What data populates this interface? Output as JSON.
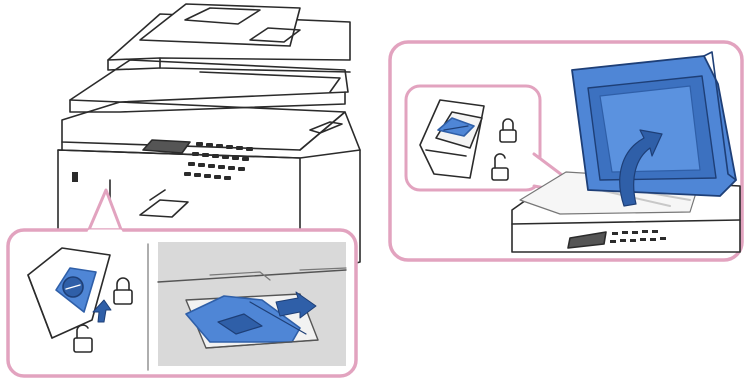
{
  "figure": {
    "subject": "printer-scanner",
    "callouts": [
      {
        "id": "lock-switch-callout",
        "shows": [
          "scan-lock-switch",
          "lock-icon",
          "unlock-icon",
          "up-arrow"
        ]
      },
      {
        "id": "slide-callout",
        "shows": [
          "scanner-carriage",
          "release-tab",
          "slide-arrow"
        ]
      },
      {
        "id": "lid-callout",
        "shows": [
          "scan-lock-switch",
          "lock-icon",
          "unlock-icon",
          "open-lid-arrow"
        ]
      }
    ]
  },
  "colors": {
    "outline": "#2b2b2b",
    "callout_border": "#e2a3bf",
    "callout_bg": "#ffffff",
    "highlight_blue": "#4f86d6",
    "highlight_blue_dark": "#2f5fa8",
    "panel_gray": "#d9d9d9",
    "device_fill": "#ffffff"
  }
}
